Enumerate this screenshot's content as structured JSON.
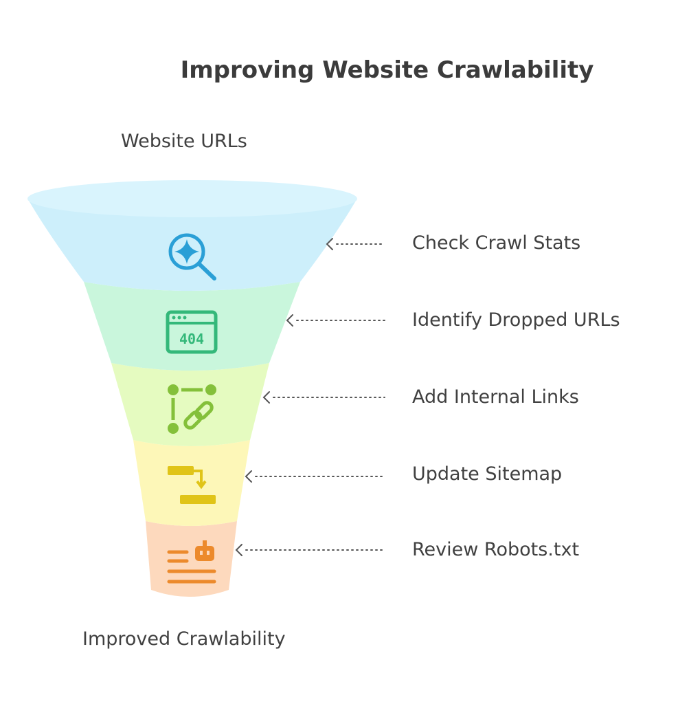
{
  "title": "Improving Website Crawlability",
  "top_label": "Website URLs",
  "bottom_label": "Improved Crawlability",
  "stages": [
    {
      "label": "Check Crawl Stats",
      "icon": "search-sparkle-icon",
      "fill": "#cdeffb",
      "stroke": "#2a9fd6"
    },
    {
      "label": "Identify Dropped URLs",
      "icon": "error-404-icon",
      "fill": "#c9f6dc",
      "stroke": "#34b87a"
    },
    {
      "label": "Add Internal Links",
      "icon": "link-nodes-icon",
      "fill": "#e5fbc0",
      "stroke": "#84c03a"
    },
    {
      "label": "Update Sitemap",
      "icon": "sitemap-flow-icon",
      "fill": "#fdf7b8",
      "stroke": "#e0c418"
    },
    {
      "label": "Review Robots.txt",
      "icon": "robot-document-icon",
      "fill": "#fdd9bd",
      "stroke": "#ec8a2c"
    }
  ],
  "icon_text_404": "404"
}
